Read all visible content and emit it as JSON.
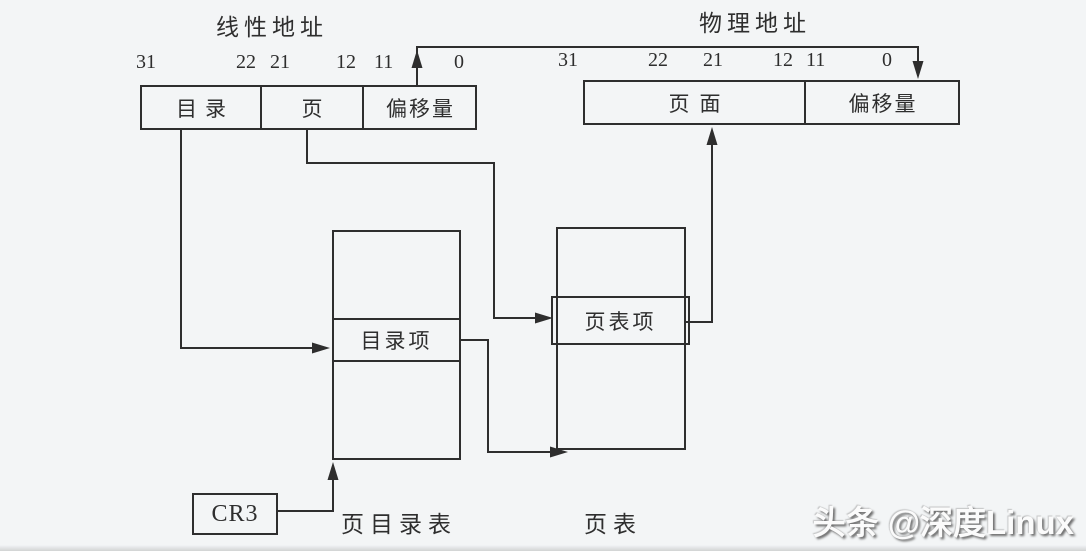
{
  "diagram": {
    "linear_address": {
      "title": "线性地址",
      "bit_labels": [
        "31",
        "22",
        "21",
        "12",
        "11",
        "0"
      ],
      "fields": [
        "目录",
        "页",
        "偏移量"
      ]
    },
    "physical_address": {
      "title": "物理地址",
      "bit_labels": [
        "31",
        "22",
        "21",
        "12",
        "11",
        "0"
      ],
      "fields": [
        "页面",
        "偏移量"
      ]
    },
    "page_directory_table": {
      "entry_label": "目录项",
      "caption": "页目录表"
    },
    "page_table": {
      "entry_label": "页表项",
      "caption": "页表"
    },
    "cr3_register": {
      "label": "CR3"
    },
    "watermark": "头条 @深度Linux",
    "colors": {
      "background": "#f3f5f6",
      "ink": "#2e2e2e",
      "watermark_text": "#fbfbfb"
    }
  }
}
